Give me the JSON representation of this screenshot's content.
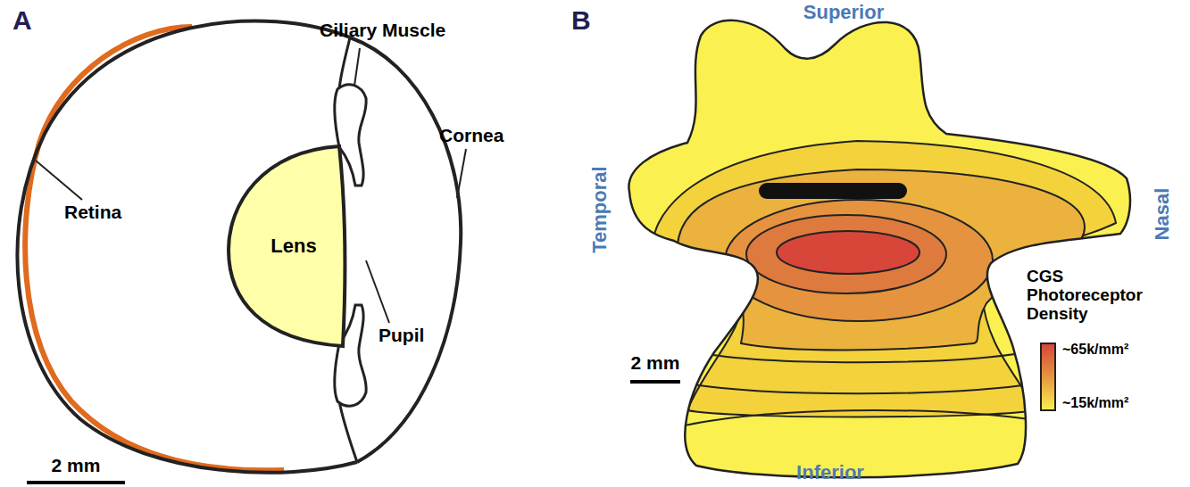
{
  "diagram": {
    "nodes": [
      {
        "text": [
          "Lens"
        ]
      }
    ],
    "labels": [
      "A",
      "B",
      "Ciliary Muscle",
      "Retina",
      "Cornea",
      "Pupil",
      "2 mm",
      "Superior",
      "Temporal",
      "Nasal",
      "Inferior",
      "CGS Photoreceptor Density",
      "~65k/mm²",
      "~15k/mm²",
      "2 mm"
    ]
  }
}
